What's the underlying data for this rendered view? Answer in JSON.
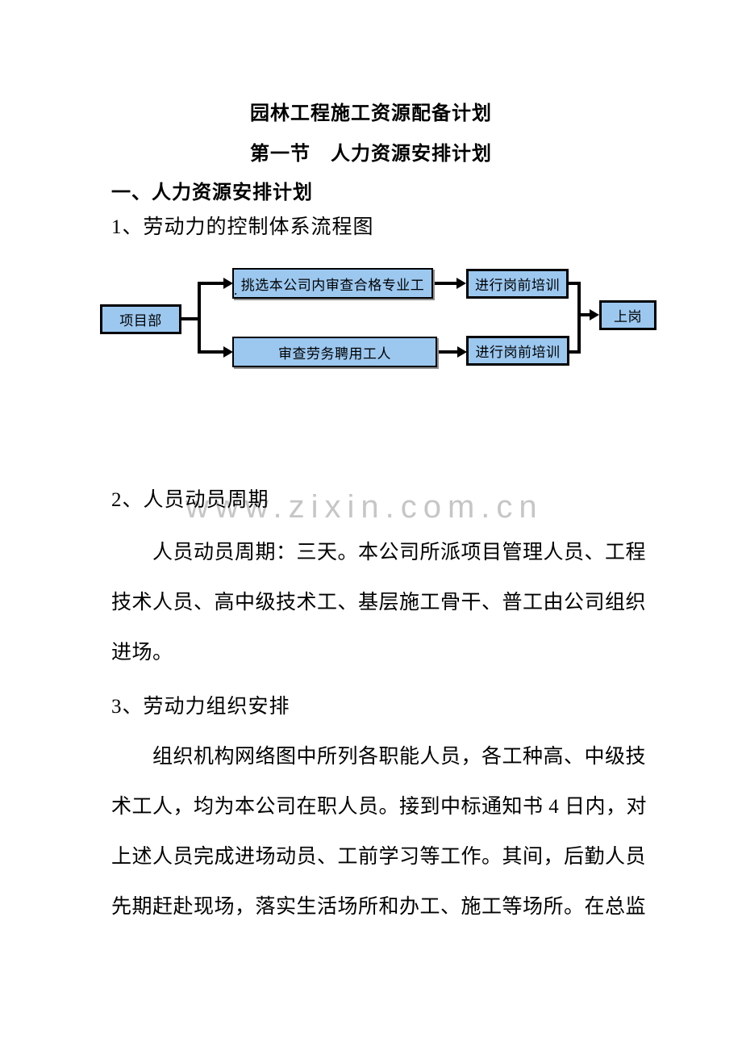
{
  "doc": {
    "title": "园林工程施工资源配备计划",
    "section_heading": "第一节　人力资源安排计划",
    "heading_one": "一、人力资源安排计划",
    "list_items": {
      "item1": "1、劳动力的控制体系流程图",
      "item2": "2、人员动员周期",
      "item3": "3、劳动力组织安排"
    }
  },
  "flowchart": {
    "nodes": {
      "project_dept": "项目部",
      "select_qualified": "挑选本公司内审查合格专业工",
      "pre_job_training_top": "进行岗前培训",
      "review_hired": "审查劳务聘用工人",
      "pre_job_training_bottom": "进行岗前培训",
      "take_post": "上岗"
    },
    "stray_mark": ".",
    "node_fill_color": "#9CC8F0",
    "node_border_color": "#000000",
    "connector_color": "#000000"
  },
  "watermark": {
    "text": "www.zixin.com.cn",
    "color": "#C6C6C6"
  },
  "paragraphs": {
    "p1": {
      "lines": [
        "人员动员周期：三天。本公司所派项目管理人员、工程",
        "技术人员、高中级技术工、基层施工骨干、普工由公司组织",
        "进场。"
      ]
    },
    "p2": {
      "lines": [
        "组织机构网络图中所列各职能人员，各工种高、中级技",
        "术工人，均为本公司在职人员。接到中标通知书 4 日内，对",
        "上述人员完成进场动员、工前学习等工作。其间，后勤人员",
        "先期赶赴现场，落实生活场所和办工、施工等场所。在总监"
      ]
    }
  }
}
